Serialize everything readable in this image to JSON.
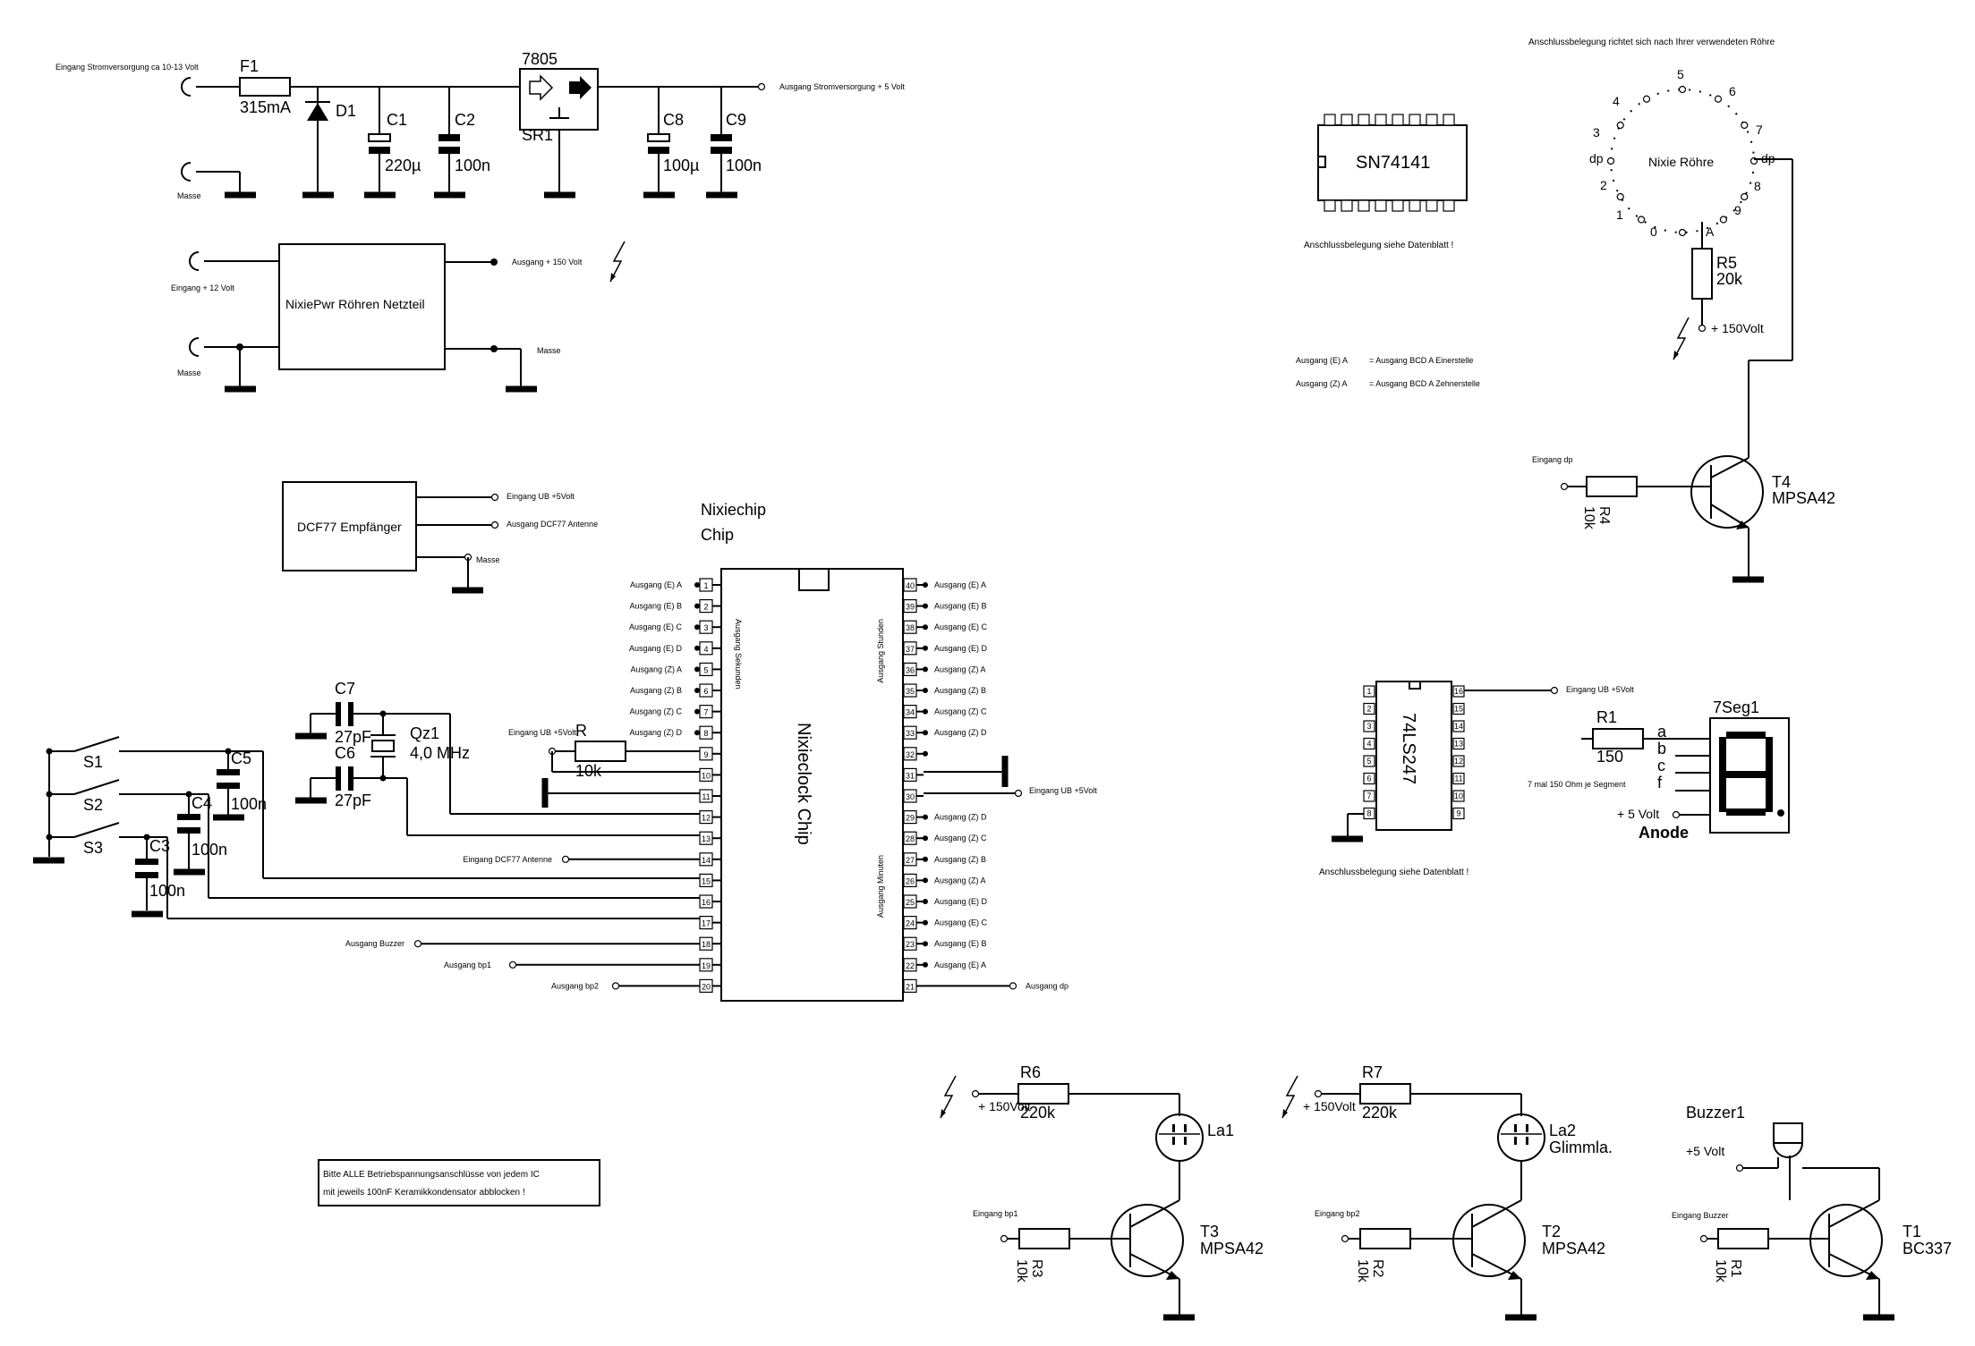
{
  "power_supply": {
    "input_label": "Eingang Stromversorgung ca 10-13 Volt",
    "masse_label": "Masse",
    "output_label": "Ausgang Stromversorgung + 5 Volt",
    "f1": {
      "name": "F1",
      "value": "315mA"
    },
    "d1": {
      "name": "D1"
    },
    "c1": {
      "name": "C1",
      "value": "220µ"
    },
    "c2": {
      "name": "C2",
      "value": "100n"
    },
    "c8": {
      "name": "C8",
      "value": "100µ"
    },
    "c9": {
      "name": "C9",
      "value": "100n"
    },
    "regulator": {
      "name": "SR1",
      "type": "7805"
    }
  },
  "nixie_power": {
    "input_label": "Eingang + 12 Volt",
    "masse_in_label": "Masse",
    "output_label": "Ausgang + 150 Volt",
    "masse_out_label": "Masse",
    "module_label": "NixiePwr  Röhren Netzteil"
  },
  "dcf77": {
    "module_label": "DCF77 Empfänger",
    "ub_label": "Eingang UB +5Volt",
    "antenna_label": "Ausgang DCF77 Antenne",
    "masse_label": "Masse"
  },
  "chip": {
    "header_line1": "Nixiechip",
    "header_line2": "Chip",
    "body_label": "Nixieclock Chip",
    "seconds_label": "Ausgang Sekunden",
    "hours_label": "Ausgang Stunden",
    "minutes_label": "Ausgang Minuten",
    "left_pins": [
      {
        "n": "1",
        "label": "Ausgang (E) A"
      },
      {
        "n": "2",
        "label": "Ausgang (E) B"
      },
      {
        "n": "3",
        "label": "Ausgang (E) C"
      },
      {
        "n": "4",
        "label": "Ausgang (E) D"
      },
      {
        "n": "5",
        "label": "Ausgang (Z) A"
      },
      {
        "n": "6",
        "label": "Ausgang (Z) B"
      },
      {
        "n": "7",
        "label": "Ausgang (Z) C"
      },
      {
        "n": "8",
        "label": "Ausgang (Z) D"
      },
      {
        "n": "9",
        "label": ""
      },
      {
        "n": "10",
        "label": ""
      },
      {
        "n": "11",
        "label": ""
      },
      {
        "n": "12",
        "label": ""
      },
      {
        "n": "13",
        "label": ""
      },
      {
        "n": "14",
        "label": "Eingang DCF77 Antenne"
      },
      {
        "n": "15",
        "label": ""
      },
      {
        "n": "16",
        "label": ""
      },
      {
        "n": "17",
        "label": ""
      },
      {
        "n": "18",
        "label": "Ausgang Buzzer"
      },
      {
        "n": "19",
        "label": "Ausgang bp1"
      },
      {
        "n": "20",
        "label": "Ausgang bp2"
      }
    ],
    "right_pins": [
      {
        "n": "40",
        "label": "Ausgang (E) A"
      },
      {
        "n": "39",
        "label": "Ausgang (E) B"
      },
      {
        "n": "38",
        "label": "Ausgang (E) C"
      },
      {
        "n": "37",
        "label": "Ausgang (E) D"
      },
      {
        "n": "36",
        "label": "Ausgang (Z) A"
      },
      {
        "n": "35",
        "label": "Ausgang (Z) B"
      },
      {
        "n": "34",
        "label": "Ausgang (Z) C"
      },
      {
        "n": "33",
        "label": "Ausgang (Z) D"
      },
      {
        "n": "32",
        "label": ""
      },
      {
        "n": "31",
        "label": ""
      },
      {
        "n": "30",
        "label": "Eingang UB +5Volt"
      },
      {
        "n": "29",
        "label": "Ausgang (Z) D"
      },
      {
        "n": "28",
        "label": "Ausgang (Z) C"
      },
      {
        "n": "27",
        "label": "Ausgang (Z) B"
      },
      {
        "n": "26",
        "label": "Ausgang (Z) A"
      },
      {
        "n": "25",
        "label": "Ausgang (E) D"
      },
      {
        "n": "24",
        "label": "Ausgang (E) C"
      },
      {
        "n": "23",
        "label": "Ausgang (E) B"
      },
      {
        "n": "22",
        "label": "Ausgang (E) A"
      },
      {
        "n": "21",
        "label": "Ausgang dp"
      }
    ],
    "pull_resistor": {
      "name": "R",
      "value": "10k",
      "ub_label": "Eingang UB +5Volt"
    }
  },
  "oscillator": {
    "c7": {
      "name": "C7",
      "value": "27pF"
    },
    "c6": {
      "name": "C6",
      "value": "27pF"
    },
    "crystal": {
      "name": "Qz1",
      "value": "4,0 MHz"
    }
  },
  "switches": {
    "s1": "S1",
    "s2": "S2",
    "s3": "S3",
    "c5": {
      "name": "C5",
      "value": "100n"
    },
    "c4": {
      "name": "C4",
      "value": "100n"
    },
    "c3": {
      "name": "C3",
      "value": "100n"
    }
  },
  "note_box": {
    "line1": "Bitte ALLE Betriebspannungsanschlüsse von jedem IC",
    "line2": "mit jeweils 100nF Keramikkondensator abblocken !"
  },
  "sn74141": {
    "name": "SN74141",
    "caption": "Anschlussbelegung siehe Datenblatt !",
    "legend_line1_left": "Ausgang (E) A",
    "legend_line1_right": "= Ausgang BCD A Einerstelle",
    "legend_line2_left": "Ausgang (Z) A",
    "legend_line2_right": "= Ausgang BCD A Zehnerstelle"
  },
  "nixie_tube": {
    "header": "Anschlussbelegung richtet sich nach Ihrer verwendeten Röhre",
    "label": "Nixie Röhre",
    "pins": [
      "5",
      "6",
      "7",
      "dp",
      "8",
      "9",
      "A",
      "0",
      "1",
      "2",
      "dp",
      "3",
      "4"
    ],
    "r5": {
      "name": "R5",
      "value": "20k"
    },
    "supply_label": "+ 150Volt"
  },
  "t4_stage": {
    "input_label": "Eingang dp",
    "r4": {
      "name": "R4",
      "value": "10k"
    },
    "t4": {
      "name": "T4",
      "type": "MPSA42"
    }
  },
  "ls247": {
    "name": "74LS247",
    "ub_label": "Eingang UB +5Volt",
    "caption": "Anschlussbelegung siehe Datenblatt !",
    "left_pins": [
      "1",
      "2",
      "3",
      "4",
      "5",
      "6",
      "7",
      "8"
    ],
    "right_pins": [
      "16",
      "15",
      "14",
      "13",
      "12",
      "11",
      "10",
      "9"
    ]
  },
  "seven_seg": {
    "name": "7Seg1",
    "r1": {
      "name": "R1",
      "value": "150"
    },
    "note": "7 mal 150 Ohm je Segment",
    "segments": [
      "a",
      "b",
      "c",
      "f"
    ],
    "supply_label": "+ 5 Volt",
    "anode_label": "Anode"
  },
  "t3_stage": {
    "supply_label": "+ 150Volt",
    "r6": {
      "name": "R6",
      "value": "220k"
    },
    "la1": {
      "name": "La1"
    },
    "input_label": "Eingang bp1",
    "r3": {
      "name": "R3",
      "value": "10k"
    },
    "t3": {
      "name": "T3",
      "type": "MPSA42"
    }
  },
  "t2_stage": {
    "supply_label": "+ 150Volt",
    "r7": {
      "name": "R7",
      "value": "220k"
    },
    "la2": {
      "name": "La2",
      "type": "Glimmla."
    },
    "input_label": "Eingang bp2",
    "r2": {
      "name": "R2",
      "value": "10k"
    },
    "t2": {
      "name": "T2",
      "type": "MPSA42"
    }
  },
  "t1_stage": {
    "supply_label": "+5 Volt",
    "buzzer": {
      "name": "Buzzer1"
    },
    "input_label": "Eingang Buzzer",
    "r1": {
      "name": "R1",
      "value": "10k"
    },
    "t1": {
      "name": "T1",
      "type": "BC337"
    }
  }
}
